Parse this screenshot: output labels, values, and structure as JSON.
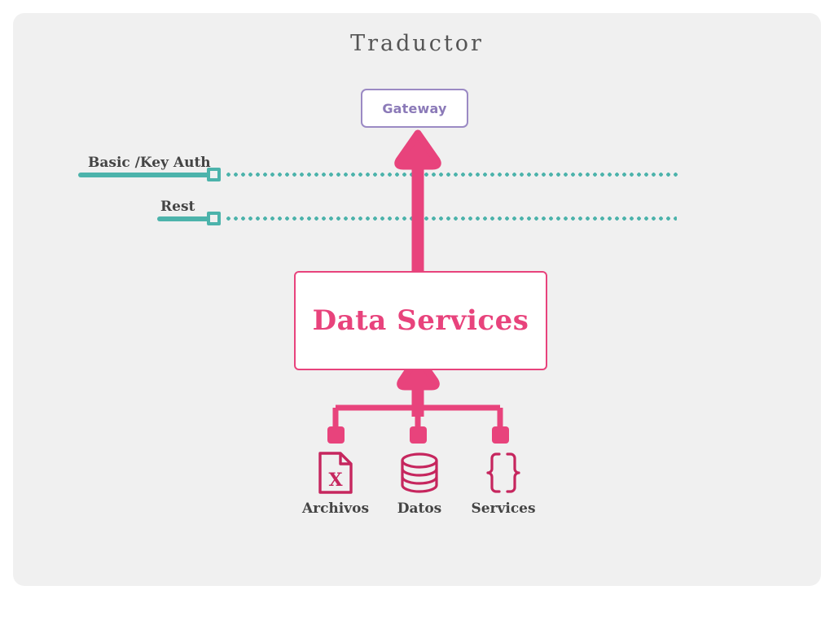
{
  "page": {
    "background_color": "#ffffff",
    "panel_color": "#f0f0f0"
  },
  "diagram": {
    "title": "Traductor",
    "colors": {
      "pink": "#e8437c",
      "crimson": "#c6265e",
      "purple": "#8b7ab8",
      "purple_border": "#9b8ac4",
      "teal": "#4cb3ab",
      "text_dark": "#444444",
      "title_gray": "#555555"
    },
    "nodes": {
      "gateway": {
        "label": "Gateway",
        "border_color": "#9b8ac4",
        "text_color": "#8b7ab8"
      },
      "data_services": {
        "label": "Data Services",
        "border_color": "#e8437c",
        "text_color": "#e8437c"
      }
    },
    "flows": [
      {
        "id": "auth",
        "label": "Basic /Key Auth",
        "line_color": "#4cb3ab",
        "style": "solid-then-dotted"
      },
      {
        "id": "rest",
        "label": "Rest",
        "line_color": "#4cb3ab",
        "style": "solid-then-dotted"
      }
    ],
    "sources": [
      {
        "label": "Archivos",
        "icon": "file-x-icon"
      },
      {
        "label": "Datos",
        "icon": "database-icon"
      },
      {
        "label": "Services",
        "icon": "curly-braces-icon"
      }
    ],
    "connectors": [
      {
        "from": "data-services",
        "to": "gateway",
        "type": "arrow-up",
        "color": "#e8437c"
      },
      {
        "from": "sources",
        "to": "data-services",
        "type": "arrow-up",
        "color": "#e8437c"
      }
    ]
  }
}
